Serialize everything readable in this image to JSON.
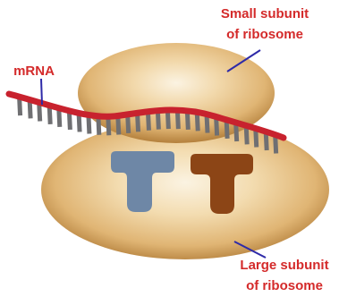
{
  "labels": {
    "small_subunit_line1": "Small subunit",
    "small_subunit_line2": "of ribosome",
    "mrna": "mRNA",
    "large_subunit_line1": "Large subunit",
    "large_subunit_line2": "of ribosome"
  },
  "colors": {
    "label_text": "#d42a2a",
    "pointer_line": "#2e2aa8",
    "mrna_strand": "#c8222e",
    "mrna_bases": "#6f6f72",
    "subunit_light": "#fbf3e2",
    "subunit_mid": "#e0b574",
    "subunit_dark": "#b4803c",
    "trna_left": "#6e87a6",
    "trna_right": "#8c4516"
  }
}
